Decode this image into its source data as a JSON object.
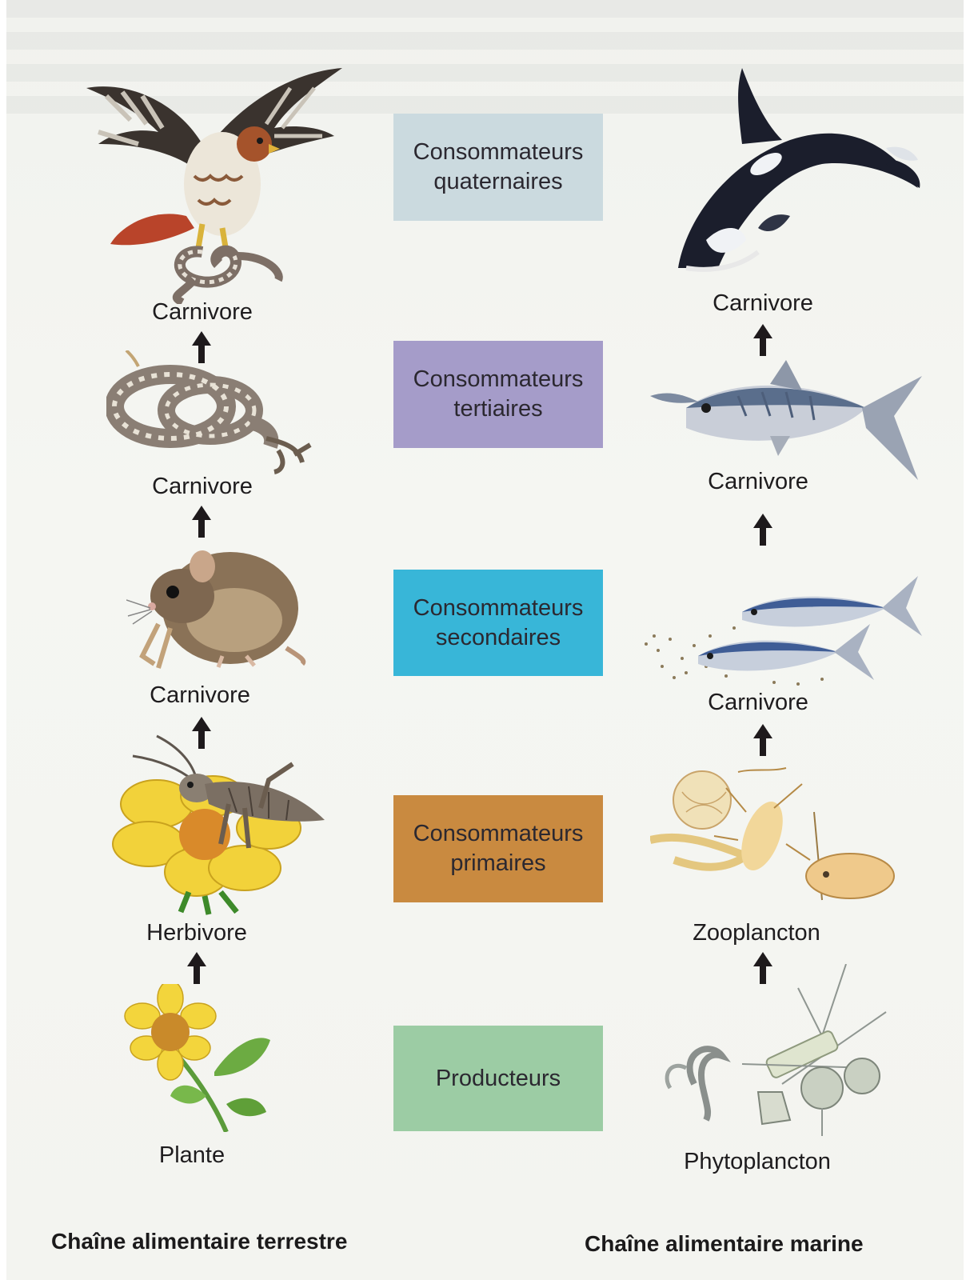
{
  "levels": [
    {
      "line1": "Consommateurs",
      "line2": "quaternaires",
      "color": "#cbdadf"
    },
    {
      "line1": "Consommateurs",
      "line2": "tertiaires",
      "color": "#a59cc9"
    },
    {
      "line1": "Consommateurs",
      "line2": "secondaires",
      "color": "#38b6d8"
    },
    {
      "line1": "Consommateurs",
      "line2": "primaires",
      "color": "#c98a40"
    },
    {
      "line1": "Producteurs",
      "line2": "",
      "color": "#9ccca4"
    }
  ],
  "terrestrial": {
    "caption": "Chaîne alimentaire terrestre",
    "labels": [
      "Carnivore",
      "Carnivore",
      "Carnivore",
      "Herbivore",
      "Plante"
    ],
    "organisms": [
      "hawk",
      "snake",
      "mouse",
      "grasshopper",
      "flower"
    ]
  },
  "marine": {
    "caption": "Chaîne alimentaire marine",
    "labels": [
      "Carnivore",
      "Carnivore",
      "Carnivore",
      "Zooplancton",
      "Phytoplancton"
    ],
    "organisms": [
      "orca",
      "tuna",
      "herring",
      "zooplankton",
      "phytoplankton"
    ]
  },
  "colors": {
    "arrow": "#1e1a1c",
    "text": "#1e1c1e"
  }
}
